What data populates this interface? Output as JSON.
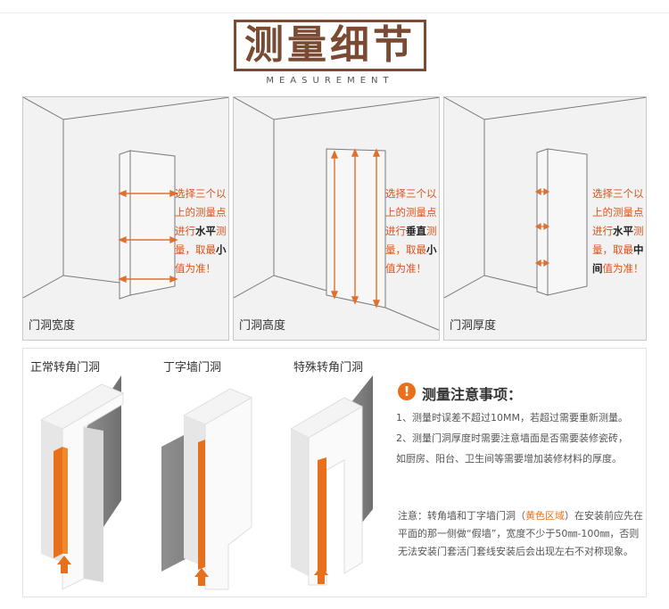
{
  "header": {
    "title": "测量细节",
    "subtitle": "MEASUREMENT"
  },
  "panels": [
    {
      "caption": "门洞宽度",
      "note": {
        "pre": "选择三个以上的测量点进行",
        "bold1": "水平",
        "mid": "测量，取最",
        "bold2": "小",
        "post": "值为准！"
      }
    },
    {
      "caption": "门洞高度",
      "note": {
        "pre": "选择三个以上的测量点进行",
        "bold1": "垂直",
        "mid": "测量，取最",
        "bold2": "小",
        "post": "值为准！"
      }
    },
    {
      "caption": "门洞厚度",
      "note": {
        "pre": "选择三个以上的测量点进行",
        "bold1": "水平",
        "mid": "测量，取最",
        "bold2": "中间",
        "post": "值为准！"
      }
    }
  ],
  "door_types": [
    "正常转角门洞",
    "丁字墙门洞",
    "特殊转角门洞"
  ],
  "notice": {
    "icon": "!",
    "title": "测量注意事项：",
    "items": [
      "1、测量时误差不超过10MM，若超过需要重新测量。",
      "2、测量门洞厚度时需要注意墙面是否需要装修瓷砖，",
      "如厨房、阳台、卫生间等需要增加装修材料的厚度。"
    ],
    "remark": {
      "pre": "注意：转角墙和丁字墙门洞（",
      "highlight": "黄色区域",
      "post": "）在安装前应先在平面的那一侧做“假墙”，宽度不少于50㎜-100㎜，否则无法安装门套活门套线安装后会出现左右不对称现象。"
    }
  },
  "colors": {
    "brand": "#7a4a32",
    "accent": "#e8701c",
    "note_text": "#d8541c"
  }
}
